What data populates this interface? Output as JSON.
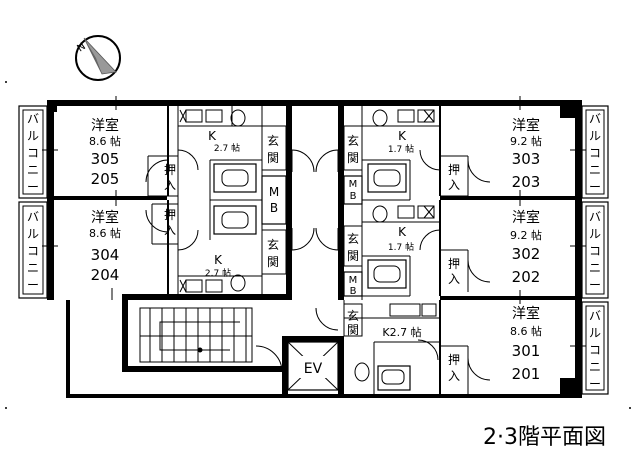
{
  "title": "2·3階平面図",
  "rooms": {
    "r305": {
      "name": "洋室",
      "size": "8.6 帖",
      "num1": "305",
      "num2": "205"
    },
    "r304": {
      "name": "洋室",
      "size": "8.6 帖",
      "num1": "304",
      "num2": "204"
    },
    "r303": {
      "name": "洋室",
      "size": "9.2 帖",
      "num1": "303",
      "num2": "203"
    },
    "r302": {
      "name": "洋室",
      "size": "9.2 帖",
      "num1": "302",
      "num2": "202"
    },
    "r301": {
      "name": "洋室",
      "size": "8.6 帖",
      "num1": "301",
      "num2": "201"
    }
  },
  "kitchens": {
    "k_305": {
      "label": "K",
      "size": "2.7 帖"
    },
    "k_304": {
      "label": "K",
      "size": "2.7 帖"
    },
    "k_303": {
      "label": "K",
      "size": "1.7 帖"
    },
    "k_302": {
      "label": "K",
      "size": "1.7 帖"
    },
    "k_301": {
      "label": "K2.7 帖"
    }
  },
  "labels": {
    "balcony": [
      "バ",
      "ル",
      "コ",
      "ニ",
      "ー"
    ],
    "entrance": [
      "玄",
      "関"
    ],
    "closet": [
      "押",
      "入"
    ],
    "mb": [
      "M",
      "B"
    ],
    "ev": "EV"
  }
}
